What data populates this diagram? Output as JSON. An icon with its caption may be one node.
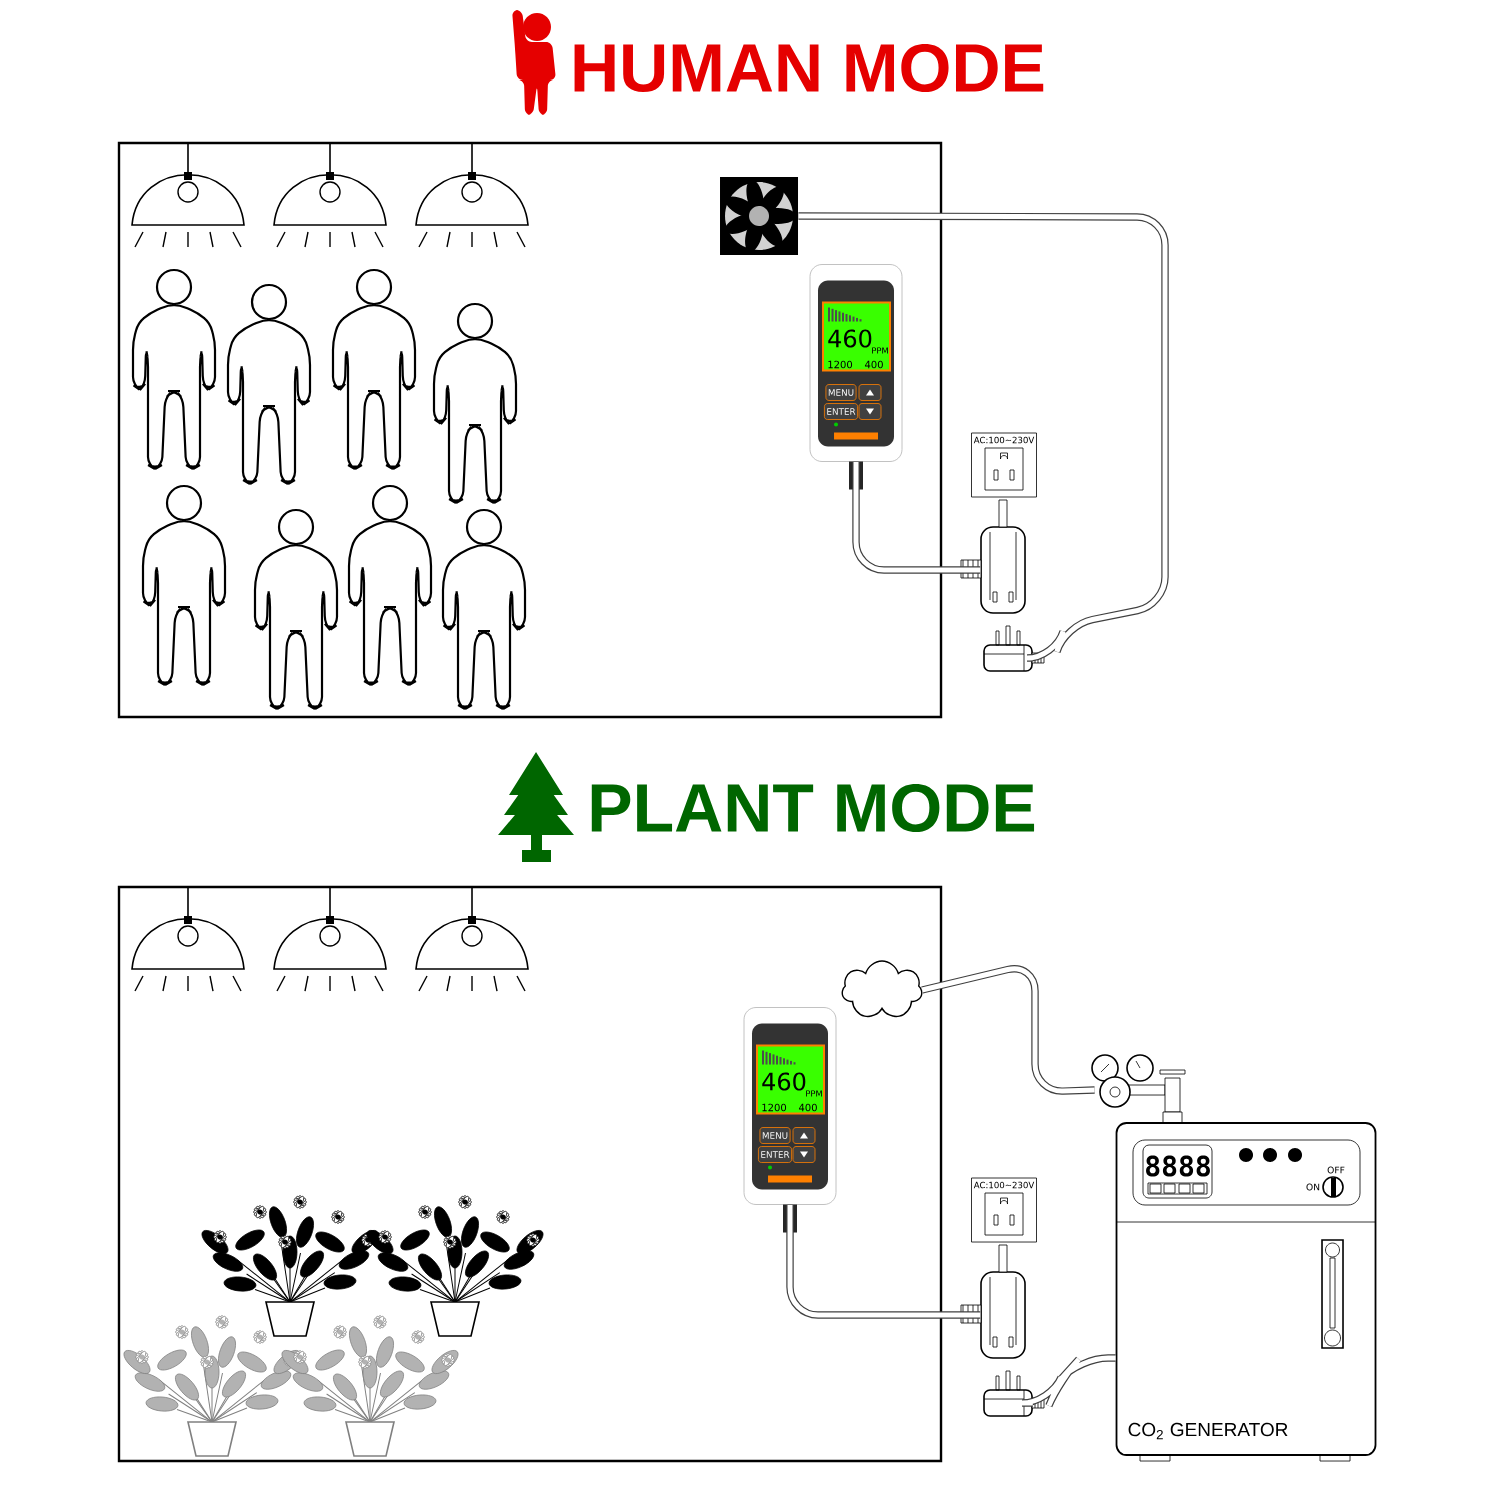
{
  "diagram": {
    "nodes": [
      {
        "text": [
          "HUMAN MODE"
        ]
      },
      {
        "text": [],
        "shape": "picture",
        "in": 0
      },
      {
        "text": [
          "460",
          "PPM",
          "1200",
          "400",
          "MENU",
          "ENTER"
        ],
        "in": 0
      },
      {
        "text": [
          "AC:100~230V"
        ]
      },
      {
        "text": [],
        "shape": "picture"
      },
      {
        "text": [],
        "shape": "picture"
      },
      {
        "text": [
          "PLANT MODE"
        ]
      },
      {
        "text": [],
        "shape": "cloud",
        "in": 6
      },
      {
        "text": [
          "460",
          "PPM",
          "1200",
          "400",
          "MENU",
          "ENTER"
        ],
        "in": 6
      },
      {
        "text": [
          "AC:100~230V"
        ]
      },
      {
        "text": [],
        "shape": "picture"
      },
      {
        "text": [],
        "shape": "picture"
      },
      {
        "text": [],
        "shape": "picture"
      },
      {
        "text": [
          "8888",
          "OFF",
          "ON",
          "CO$_{2}$ GENERATOR"
        ]
      }
    ],
    "edges": [
      {
        "from": 2,
        "to": 4,
        "arrow": "none"
      },
      {
        "from": 1,
        "to": 5,
        "arrow": "none"
      },
      {
        "from": 8,
        "to": 10,
        "arrow": "none"
      },
      {
        "from": 7,
        "to": 12,
        "arrow": "none"
      },
      {
        "from": 13,
        "to": 11,
        "arrow": "none"
      }
    ]
  }
}
